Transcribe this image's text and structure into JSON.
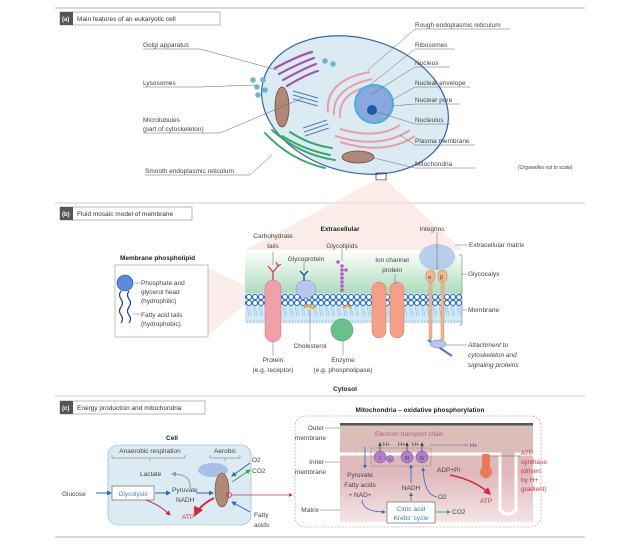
{
  "panel_a": {
    "tag": "(a)",
    "title": "Main features of an eukaryotic cell",
    "left_labels": [
      "Golgi apparatus",
      "Lysosomes",
      "Microtubules",
      "(part of cytoskeleton)",
      "Smooth endoplasmic reticulum"
    ],
    "right_labels": [
      "Rough endoplasmic reticulum",
      "Ribosomes",
      "Nucleus",
      "Nuclear envelope",
      "Nuclear pore",
      "Nucleolus",
      "Plasma membrane",
      "Mitochondria"
    ],
    "note": "(Organelles not to scale)"
  },
  "panel_b": {
    "tag": "(b)",
    "title": "Fluid mosaic model of membrane",
    "phospholipid": {
      "title": "Membrane phospholipid",
      "head": [
        "Phosphate and",
        "glycerol head",
        "(hydrophilic)"
      ],
      "tails": [
        "Fatty acid tails",
        "(hydrophobic)"
      ]
    },
    "extracellular": "Extracellular",
    "cytosol": "Cytosol",
    "labels": {
      "carbohydrate": [
        "Carbohydrate",
        "tails"
      ],
      "glycoprotein": "Glycoprotein",
      "glycolipids": "Glycolipids",
      "ion_channel": [
        "Ion channel",
        "protein"
      ],
      "integrins": "Integrins",
      "alpha": "α",
      "beta": "β",
      "ecm": "Extracellular matrix",
      "glycocalyx": "Glycocalyx",
      "membrane": "Membrane",
      "attachment": [
        "Attachment to",
        "cytoskeleton and",
        "signaling proteins"
      ],
      "protein": [
        "Protein",
        "(e.g. receptor)"
      ],
      "cholesterol": "Cholesterol",
      "enzyme": [
        "Enzyme",
        "(e.g. phospholipase)"
      ]
    }
  },
  "panel_c": {
    "tag": "(c)",
    "title": "Energy production and mitochondria",
    "cell": {
      "title": "Cell",
      "anaerobic": "Anaerobic respiration",
      "aerobic": "Aerobic",
      "lactate": "Lactate",
      "glycolysis": "Glycolysis",
      "pyruvate": [
        "Pyruvate",
        "NADH"
      ],
      "atp": "ATP",
      "o2": "O2",
      "co2": "CO2",
      "fatty_acids": [
        "Fatty",
        "acids"
      ],
      "glucose": "Glucose"
    },
    "mito": {
      "title": "Mitochondria – oxidative phosphorylation",
      "outer": [
        "Outer",
        "membrane"
      ],
      "inner": [
        "Inner",
        "membrane"
      ],
      "matrix": "Matrix",
      "etc": "Electron transport chain",
      "complexes": [
        "I",
        "II",
        "III",
        "IV"
      ],
      "h_plus": "H+",
      "adp": "ADP+Pi",
      "atp_synthase": [
        "ATP",
        "synthase",
        "(driven",
        "by H+",
        "gradient)"
      ],
      "atp": "ATP",
      "substrates": [
        "Pyruvate",
        "Fatty acids",
        "+ NAD+"
      ],
      "nadh": "NADH",
      "o2": "O2",
      "krebs": [
        "Citric acid",
        "Krebs' cycle"
      ],
      "co2": "CO2"
    }
  },
  "colors": {
    "accent_red": "#c8334a",
    "membrane_blue": "#3a6fb5",
    "cell_fill": "#dcebf3",
    "glycocalyx_green": "#a8dab8"
  }
}
